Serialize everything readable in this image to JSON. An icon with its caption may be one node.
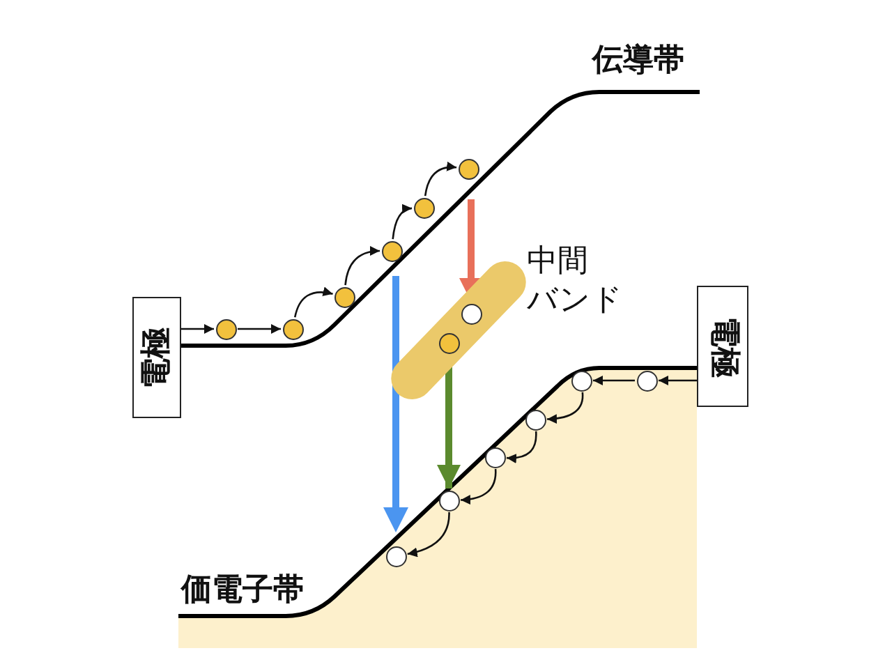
{
  "diagram": {
    "nodes": [
      {
        "text": [
          "電極"
        ]
      },
      {
        "text": [],
        "shape": "circle"
      },
      {
        "text": [],
        "shape": "circle"
      },
      {
        "text": [],
        "shape": "circle"
      },
      {
        "text": [],
        "shape": "circle"
      },
      {
        "text": [],
        "shape": "circle"
      },
      {
        "text": [],
        "shape": "circle"
      },
      {
        "text": [
          "中間バンド"
        ]
      },
      {
        "text": [],
        "shape": "circle",
        "in": 7
      },
      {
        "text": [],
        "shape": "circle",
        "in": 7
      },
      {
        "text": [
          "電極"
        ]
      },
      {
        "text": [],
        "shape": "circle"
      },
      {
        "text": [],
        "shape": "circle"
      },
      {
        "text": [],
        "shape": "circle"
      },
      {
        "text": [],
        "shape": "circle"
      },
      {
        "text": [],
        "shape": "circle"
      },
      {
        "text": [],
        "shape": "circle"
      }
    ],
    "edges": [
      {
        "from": 0,
        "to": 1,
        "arrow": "to"
      },
      {
        "from": 1,
        "to": 2,
        "arrow": "to"
      },
      {
        "from": 2,
        "to": 3,
        "arrow": "to"
      },
      {
        "from": 3,
        "to": 4,
        "arrow": "to"
      },
      {
        "from": 4,
        "to": 5,
        "arrow": "to"
      },
      {
        "from": 5,
        "to": 6,
        "arrow": "to"
      },
      {
        "from": null,
        "to": 8,
        "arrow": "to",
        "style": "thick",
        "color": "#e8705a"
      },
      {
        "from": 9,
        "to": 15,
        "arrow": "to",
        "style": "thick",
        "color": "#5b8a2e"
      },
      {
        "from": 10,
        "to": 11,
        "arrow": "to"
      },
      {
        "from": 11,
        "to": 12,
        "arrow": "to"
      },
      {
        "from": 12,
        "to": 13,
        "arrow": "to"
      },
      {
        "from": 13,
        "to": 14,
        "arrow": "to"
      },
      {
        "from": 14,
        "to": 15,
        "arrow": "to"
      },
      {
        "from": 15,
        "to": 16,
        "arrow": "to"
      }
    ],
    "labels": [
      "伝導帯",
      "価電子帯"
    ]
  }
}
